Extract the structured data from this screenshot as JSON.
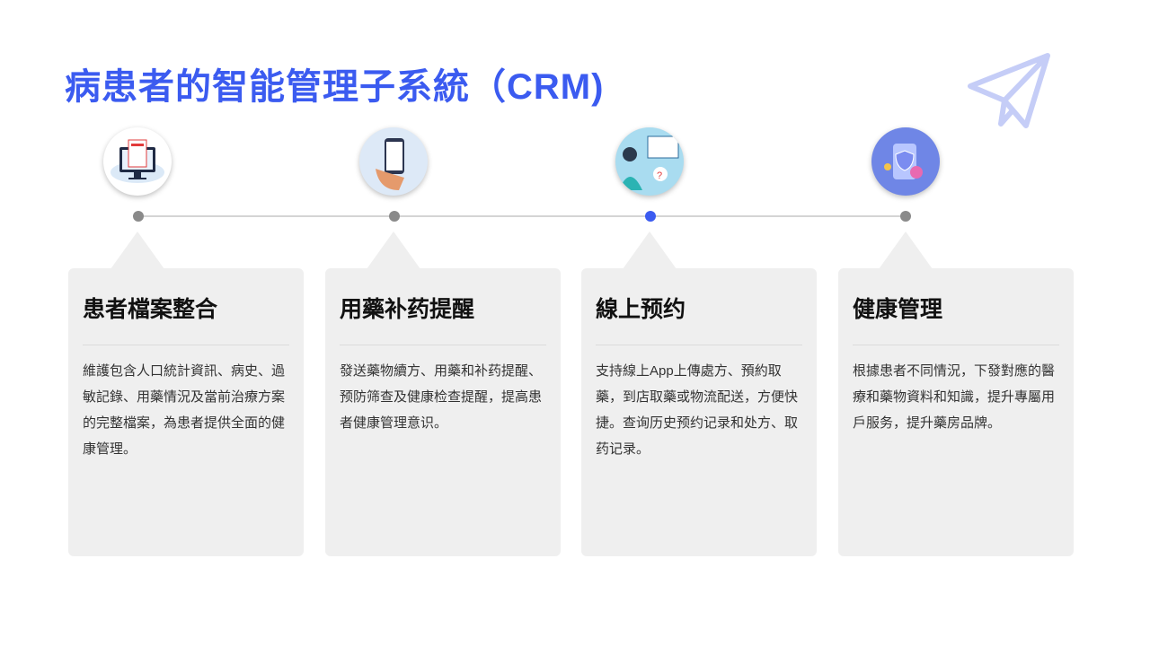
{
  "title": "病患者的智能管理子系統（CRM)",
  "accent": "#3b5bf0",
  "steps": [
    {
      "icon": "patient-record-icon",
      "heading": "患者檔案整合",
      "body": "維護包含人口統計資訊、病史、過敏記錄、用藥情況及當前治療方案的完整檔案，為患者提供全面的健康管理。",
      "active": false
    },
    {
      "icon": "phone-reminder-icon",
      "heading": "用藥补药提醒",
      "body": "發送藥物續方、用藥和补药提醒、预防筛查及健康检查提醒，提高患者健康管理意识。",
      "active": false
    },
    {
      "icon": "online-doctor-icon",
      "heading": "線上预约",
      "body": "支持線上App上傳處方、預約取藥，到店取藥或物流配送，方便快捷。查询历史预约记录和处方、取药记录。",
      "active": true
    },
    {
      "icon": "health-shield-icon",
      "heading": "健康管理",
      "body": "根據患者不同情況，下發對應的醫療和藥物資料和知識，提升專屬用戶服务，提升藥房品牌。",
      "active": false
    }
  ]
}
